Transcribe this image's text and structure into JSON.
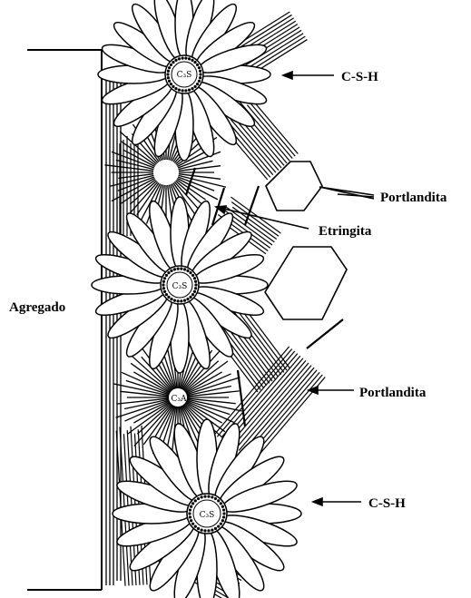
{
  "labels": {
    "csh_top": "C-S-H",
    "portlandita_top": "Portlandita",
    "etringita": "Etringita",
    "agregado": "Agregado",
    "portlandita_mid": "Portlandita",
    "csh_bottom": "C-S-H"
  },
  "cores": {
    "c3s_top": "C₃S",
    "c3s_mid": "C₃S",
    "c3a": "C₃A",
    "c3s_bottom": "C₃S"
  },
  "colors": {
    "ink": "#000000",
    "paper": "#ffffff"
  }
}
